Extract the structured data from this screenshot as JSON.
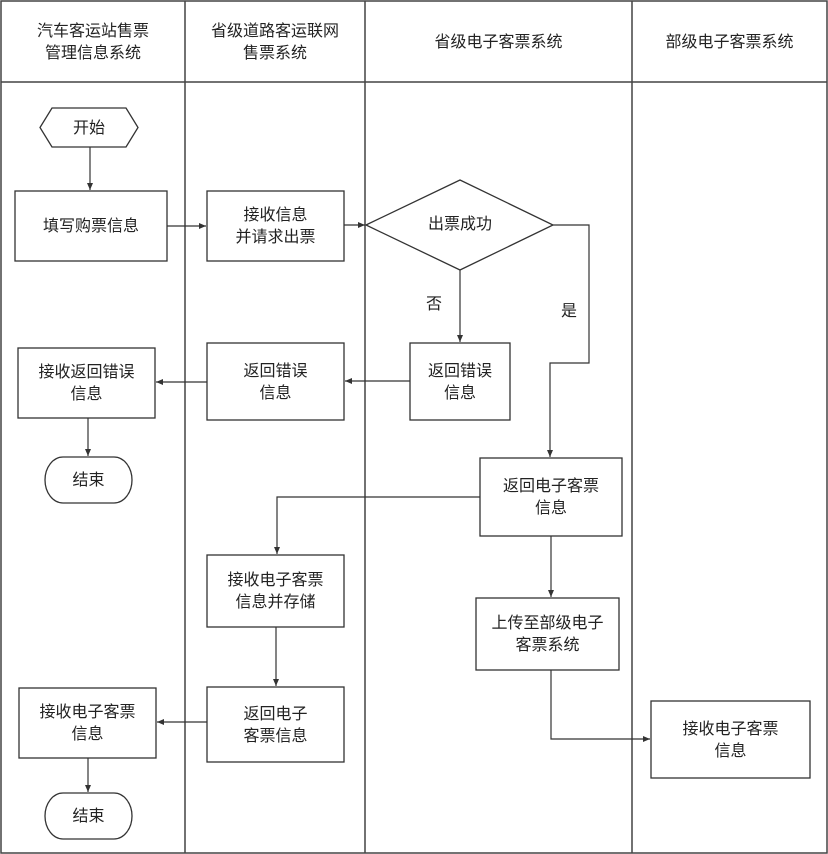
{
  "diagram": {
    "type": "swimlane-flowchart",
    "lanes": [
      {
        "id": "bus",
        "title": "汽车客运站售票\n管理信息系统"
      },
      {
        "id": "road",
        "title": "省级道路客运联网\n售票系统"
      },
      {
        "id": "prov",
        "title": "省级电子客票系统"
      },
      {
        "id": "ministry",
        "title": "部级电子客票系统"
      }
    ],
    "nodes": {
      "start": {
        "shape": "hexagon",
        "lane": "bus",
        "label": "开始"
      },
      "fill_info": {
        "shape": "process",
        "lane": "bus",
        "label": "填写购票信息"
      },
      "receive_request": {
        "shape": "process",
        "lane": "road",
        "label": "接收信息\n并请求出票"
      },
      "decision": {
        "shape": "decision",
        "lane": "prov",
        "label": "出票成功"
      },
      "prov_return_error": {
        "shape": "process",
        "lane": "prov",
        "label": "返回错误\n信息"
      },
      "road_return_error": {
        "shape": "process",
        "lane": "road",
        "label": "返回错误\n信息"
      },
      "bus_receive_error": {
        "shape": "process",
        "lane": "bus",
        "label": "接收返回错误\n信息"
      },
      "end1": {
        "shape": "terminator",
        "lane": "bus",
        "label": "结束"
      },
      "prov_return_ticket": {
        "shape": "process",
        "lane": "prov",
        "label": "返回电子客票\n信息"
      },
      "road_store_ticket": {
        "shape": "process",
        "lane": "road",
        "label": "接收电子客票\n信息并存储"
      },
      "upload_ministry": {
        "shape": "process",
        "lane": "prov",
        "label": "上传至部级电子\n客票系统"
      },
      "road_return_ticket": {
        "shape": "process",
        "lane": "road",
        "label": "返回电子\n客票信息"
      },
      "bus_receive_ticket": {
        "shape": "process",
        "lane": "bus",
        "label": "接收电子客票\n信息"
      },
      "end2": {
        "shape": "terminator",
        "lane": "bus",
        "label": "结束"
      },
      "ministry_receive": {
        "shape": "process",
        "lane": "ministry",
        "label": "接收电子客票\n信息"
      }
    },
    "edges": [
      {
        "from": "start",
        "to": "fill_info",
        "label": ""
      },
      {
        "from": "fill_info",
        "to": "receive_request",
        "label": ""
      },
      {
        "from": "receive_request",
        "to": "decision",
        "label": ""
      },
      {
        "from": "decision",
        "to": "prov_return_error",
        "label": "否"
      },
      {
        "from": "decision",
        "to": "prov_return_ticket",
        "label": "是"
      },
      {
        "from": "prov_return_error",
        "to": "road_return_error",
        "label": ""
      },
      {
        "from": "road_return_error",
        "to": "bus_receive_error",
        "label": ""
      },
      {
        "from": "bus_receive_error",
        "to": "end1",
        "label": ""
      },
      {
        "from": "prov_return_ticket",
        "to": "road_store_ticket",
        "label": ""
      },
      {
        "from": "prov_return_ticket",
        "to": "upload_ministry",
        "label": ""
      },
      {
        "from": "road_store_ticket",
        "to": "road_return_ticket",
        "label": ""
      },
      {
        "from": "road_return_ticket",
        "to": "bus_receive_ticket",
        "label": ""
      },
      {
        "from": "bus_receive_ticket",
        "to": "end2",
        "label": ""
      },
      {
        "from": "upload_ministry",
        "to": "ministry_receive",
        "label": ""
      }
    ],
    "edge_labels": {
      "no": "否",
      "yes": "是"
    },
    "colors": {
      "stroke": "#333333",
      "background": "#ffffff",
      "text": "#222222"
    }
  }
}
